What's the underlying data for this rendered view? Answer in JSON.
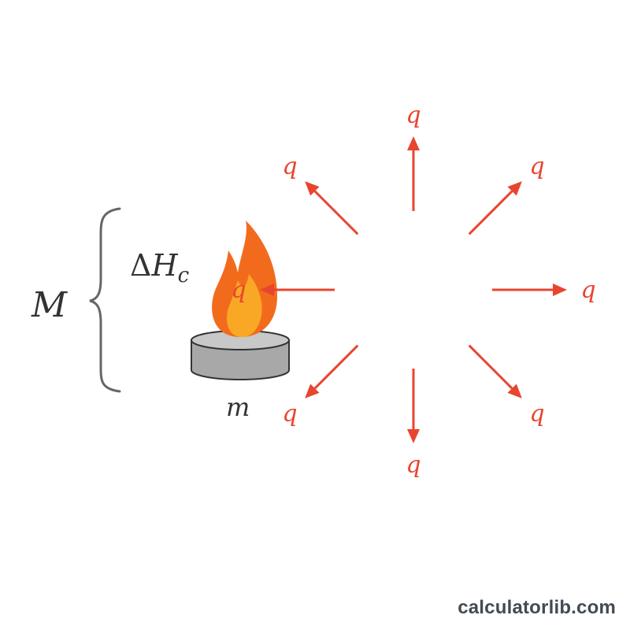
{
  "labels": {
    "molar_mass": "M",
    "enthalpy_delta": "Δ",
    "enthalpy_symbol": "H",
    "enthalpy_subscript": "c",
    "mass": "m",
    "heat": "q"
  },
  "arrows": {
    "count": 8,
    "color": "#e8452f"
  },
  "colors": {
    "flame_outer": "#f26b1d",
    "flame_inner": "#f9a826",
    "burner_body": "#a8a8a8",
    "burner_top": "#c8c8c8",
    "brace": "#666666",
    "text": "#333333"
  },
  "watermark": "calculatorlib.com"
}
